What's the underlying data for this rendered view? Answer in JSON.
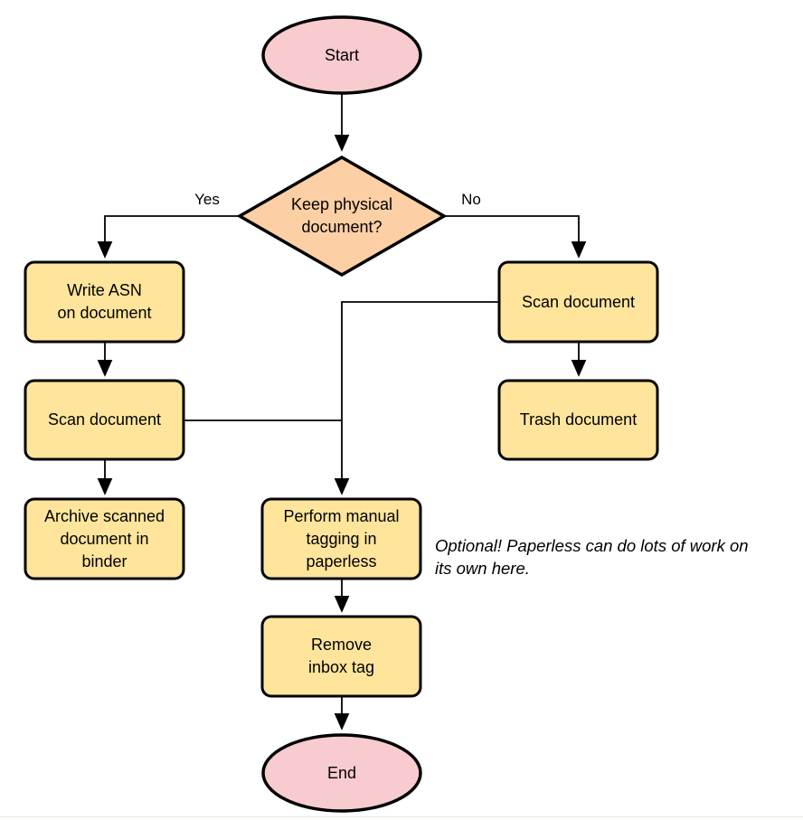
{
  "colors": {
    "terminal_fill": "#f8cbce",
    "decision_fill": "#fdcfa4",
    "process_fill": "#ffe59c",
    "stroke": "#000000",
    "background": "#ffffff"
  },
  "flowchart": {
    "nodes": {
      "start": {
        "label": "Start",
        "shape": "ellipse"
      },
      "keep_decision": {
        "label": "Keep physical\ndocument?",
        "shape": "diamond"
      },
      "write_asn": {
        "label": "Write ASN\non document",
        "shape": "process"
      },
      "scan_document_left": {
        "label": "Scan document",
        "shape": "process"
      },
      "archive_binder": {
        "label": "Archive scanned\ndocument in\nbinder",
        "shape": "process"
      },
      "scan_document_right": {
        "label": "Scan document",
        "shape": "process"
      },
      "trash_document": {
        "label": "Trash document",
        "shape": "process"
      },
      "manual_tagging": {
        "label": "Perform manual\ntagging in\npaperless",
        "shape": "process"
      },
      "remove_inbox_tag": {
        "label": "Remove\ninbox tag",
        "shape": "process"
      },
      "end": {
        "label": "End",
        "shape": "ellipse"
      }
    },
    "edge_labels": {
      "yes": "Yes",
      "no": "No"
    },
    "annotation": "Optional! Paperless can do lots of work on\nits own here."
  }
}
